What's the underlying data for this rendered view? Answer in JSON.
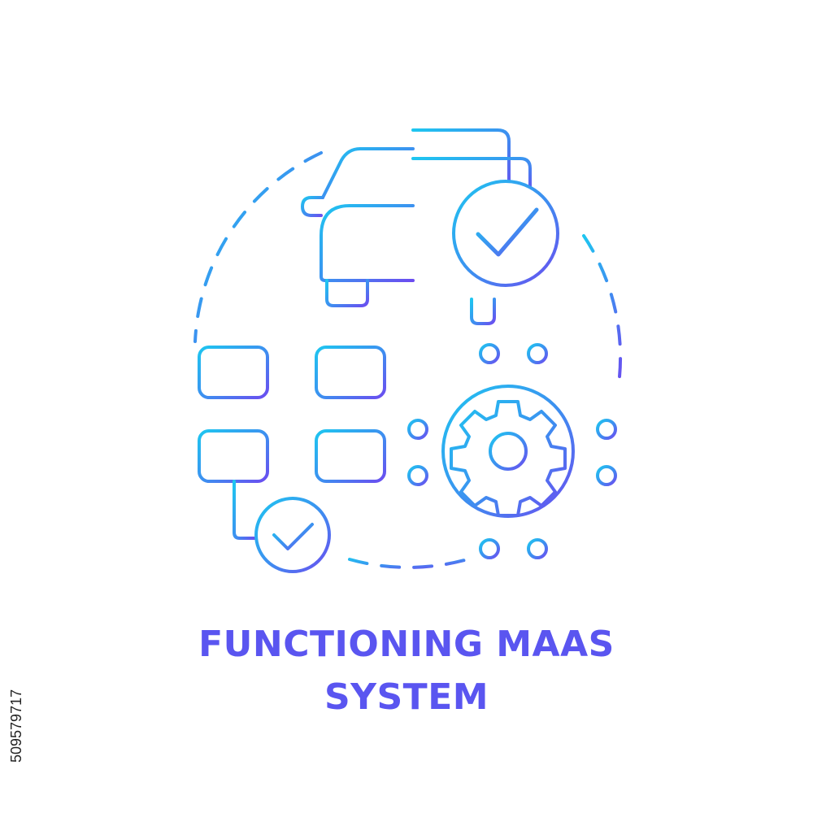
{
  "caption": {
    "line1": "FUNCTIONING MAAS",
    "line2": "SYSTEM"
  },
  "stock_id": "509579717",
  "colors": {
    "gradient_start": "#1ec0ef",
    "gradient_end": "#6a4df0",
    "caption": "#5a55f0",
    "background": "#ffffff"
  },
  "icons": [
    "car-icon",
    "check-circle-icon",
    "flowchart-icon",
    "gear-network-icon"
  ]
}
